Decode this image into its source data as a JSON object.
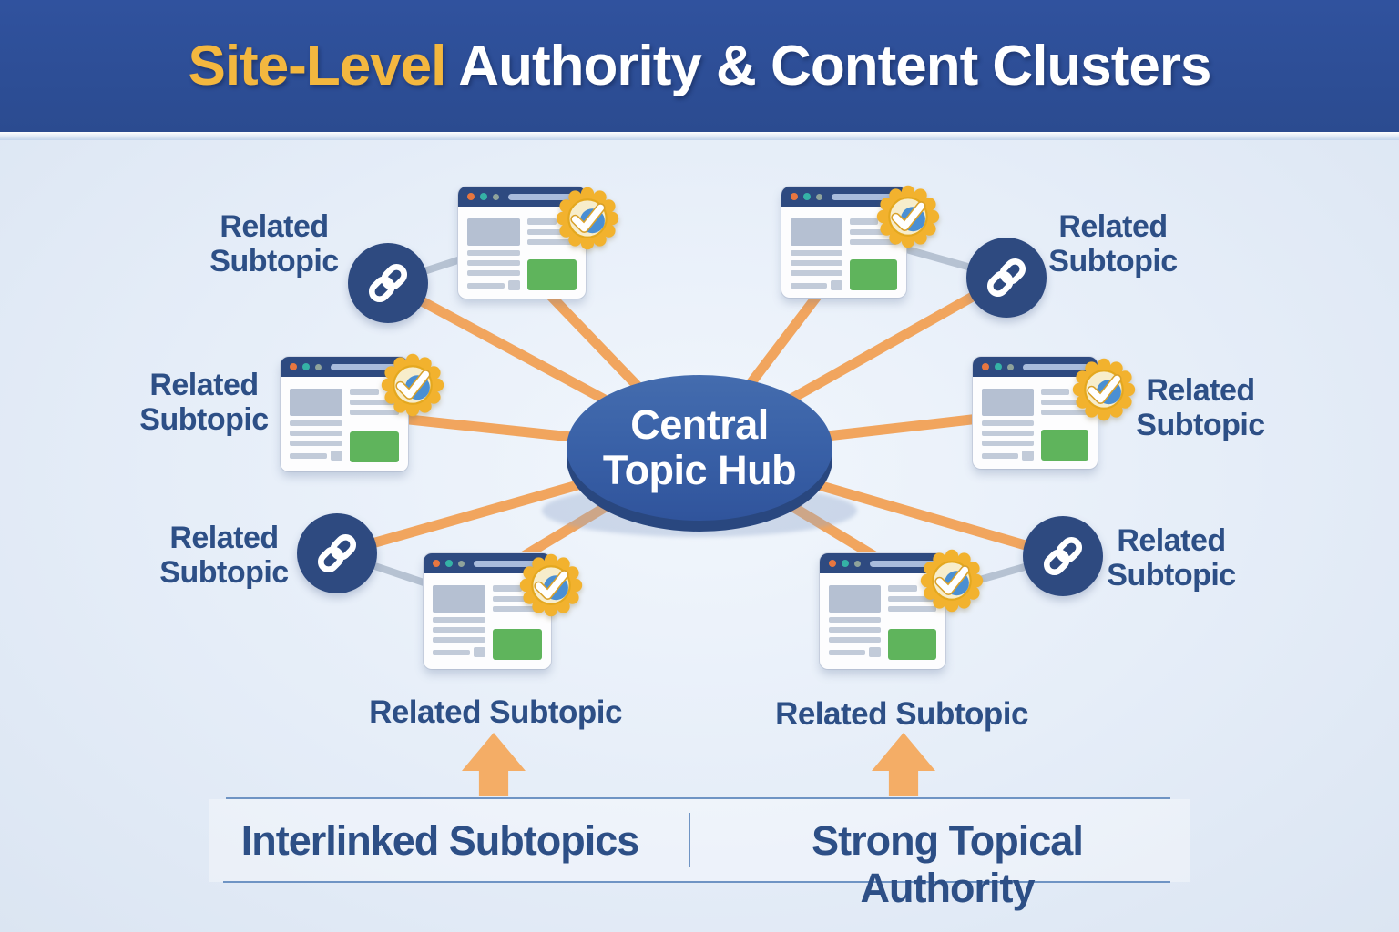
{
  "header": {
    "title_accent": "Site-Level",
    "title_rest": " Authority & Content Clusters"
  },
  "hub": {
    "line1": "Central",
    "line2": "Topic Hub"
  },
  "subtopics": [
    {
      "position": "top-left",
      "line1": "Related",
      "line2": "Subtopic"
    },
    {
      "position": "top-right",
      "line1": "Related",
      "line2": "Subtopic"
    },
    {
      "position": "middle-left",
      "line1": "Related",
      "line2": "Subtopic"
    },
    {
      "position": "middle-right",
      "line1": "Related",
      "line2": "Subtopic"
    },
    {
      "position": "lower-left",
      "line1": "Related",
      "line2": "Subtopic"
    },
    {
      "position": "lower-right",
      "line1": "Related",
      "line2": "Subtopic"
    },
    {
      "position": "bottom-left-card",
      "label": "Related Subtopic"
    },
    {
      "position": "bottom-right-card",
      "label": "Related Subtopic"
    }
  ],
  "footer": {
    "left_label": "Interlinked Subtopics",
    "right_label": "Strong Topical Authority"
  },
  "icons": {
    "link_icon": "chain-link",
    "badge_icon": "verified-checkmark-seal",
    "arrow_icon": "up-arrow",
    "browser_dots_icon": "window-control-dots"
  },
  "colors": {
    "header_bg": "#2c4c94",
    "accent_gold": "#f3b73f",
    "navy_text": "#2d4f86",
    "hub_fill": "#3a62a8",
    "ray_orange": "#f1a55e",
    "link_circle_navy": "#2e4a80",
    "card_green": "#5fb45c",
    "badge_gold": "#f2b22e",
    "badge_check_blue": "#4a8fd3"
  }
}
